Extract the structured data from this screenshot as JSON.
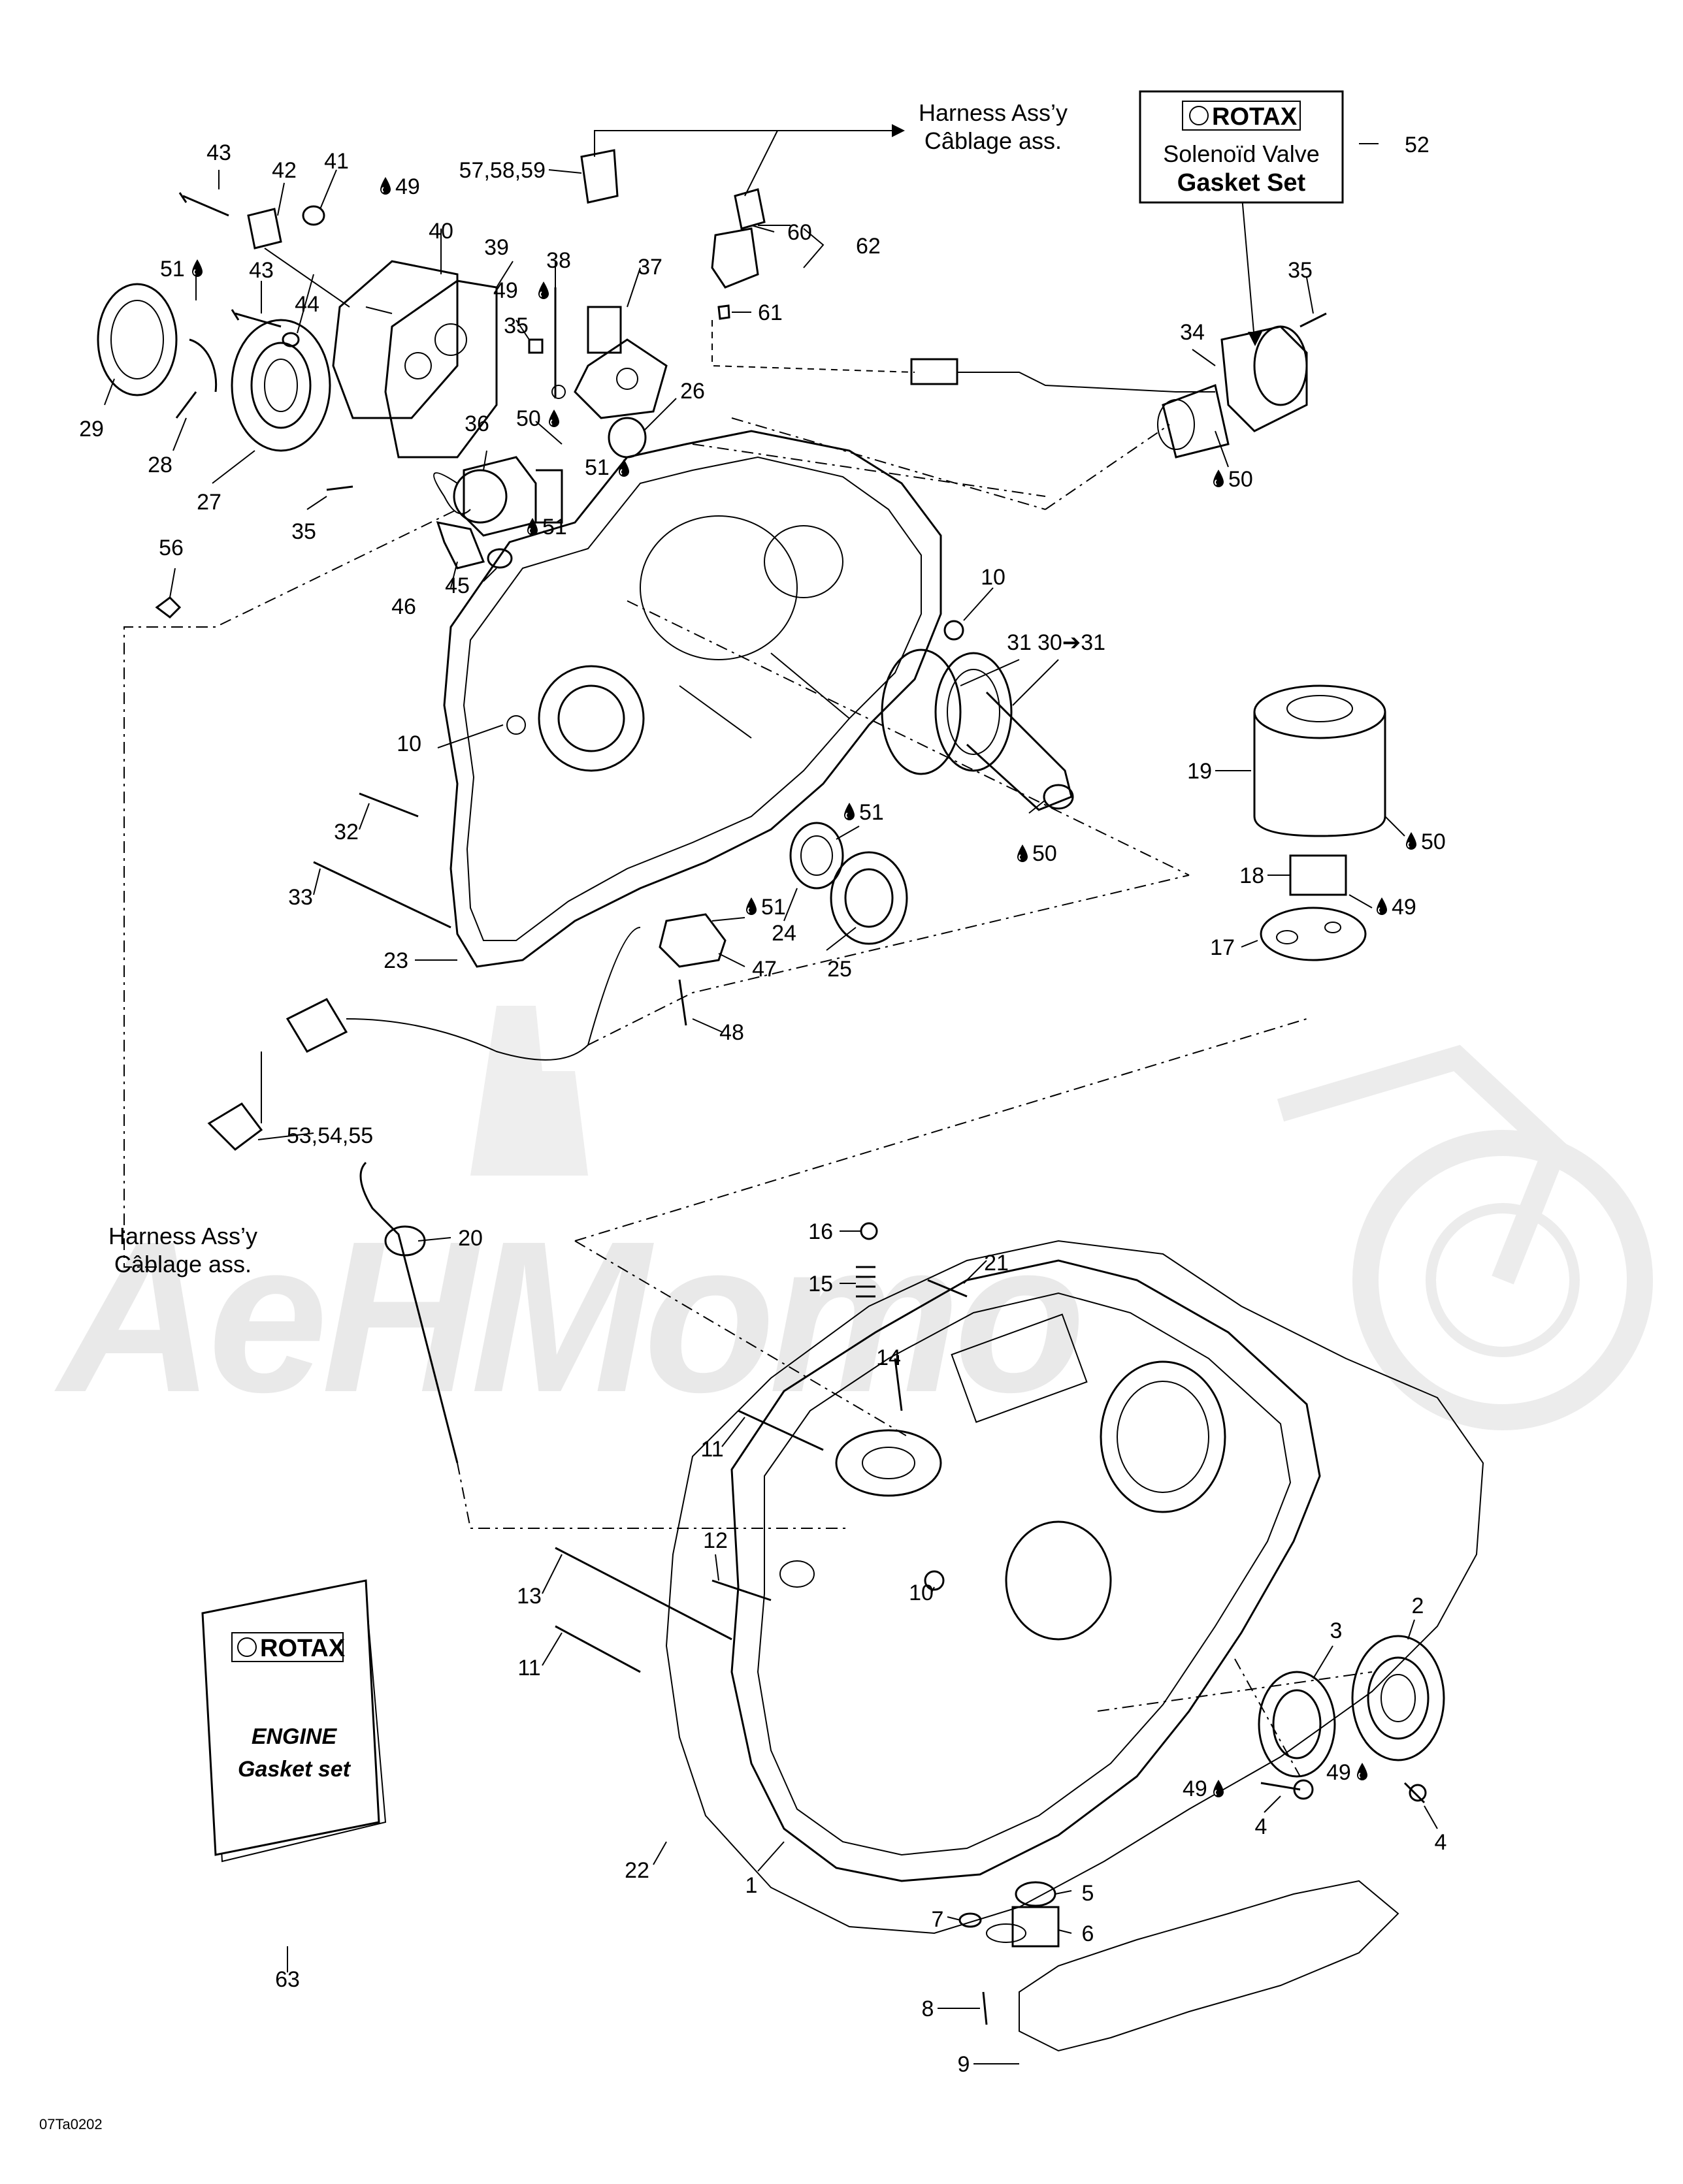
{
  "watermark": {
    "text": "AeHMomo"
  },
  "harness_top": {
    "line1": "Harness Ass’y",
    "line2": "Câblage ass."
  },
  "harness_left": {
    "line1": "Harness Ass’y",
    "line2": "Câblage ass."
  },
  "kit_solenoid": {
    "brand": "ROTAX",
    "line1": "Solenoïd Valve",
    "line2": "Gasket Set",
    "ref": "52"
  },
  "kit_engine": {
    "brand": "ROTAX",
    "line1": "ENGINE",
    "line2": "Gasket set",
    "ref": "63"
  },
  "drawing_id": "07Ta0202",
  "drop_icon_name": "oil-drop-icon",
  "callouts": [
    {
      "id": "43a",
      "text": "43"
    },
    {
      "id": "42",
      "text": "42"
    },
    {
      "id": "41",
      "text": "41"
    },
    {
      "id": "49a",
      "text": "49"
    },
    {
      "id": "51a",
      "text": "51"
    },
    {
      "id": "43b",
      "text": "43"
    },
    {
      "id": "44",
      "text": "44"
    },
    {
      "id": "40",
      "text": "40"
    },
    {
      "id": "39",
      "text": "39"
    },
    {
      "id": "38",
      "text": "38"
    },
    {
      "id": "49b",
      "text": "49"
    },
    {
      "id": "35a",
      "text": "35"
    },
    {
      "id": "50a",
      "text": "50"
    },
    {
      "id": "37",
      "text": "37"
    },
    {
      "id": "29",
      "text": "29"
    },
    {
      "id": "28",
      "text": "28"
    },
    {
      "id": "27",
      "text": "27"
    },
    {
      "id": "36",
      "text": "36"
    },
    {
      "id": "51b",
      "text": "51"
    },
    {
      "id": "26",
      "text": "26"
    },
    {
      "id": "35b",
      "text": "35"
    },
    {
      "id": "46",
      "text": "46"
    },
    {
      "id": "45",
      "text": "45"
    },
    {
      "id": "51c",
      "text": "51"
    },
    {
      "id": "56",
      "text": "56"
    },
    {
      "id": "57",
      "text": "57,58,59"
    },
    {
      "id": "60",
      "text": "60"
    },
    {
      "id": "62",
      "text": "62"
    },
    {
      "id": "61",
      "text": "61"
    },
    {
      "id": "35c",
      "text": "35"
    },
    {
      "id": "34",
      "text": "34"
    },
    {
      "id": "50b",
      "text": "50"
    },
    {
      "id": "10a",
      "text": "10"
    },
    {
      "id": "31",
      "text": "31"
    },
    {
      "id": "30",
      "text": "30➔31"
    },
    {
      "id": "10b",
      "text": "10"
    },
    {
      "id": "19",
      "text": "19"
    },
    {
      "id": "50c",
      "text": "50"
    },
    {
      "id": "32",
      "text": "32"
    },
    {
      "id": "51d",
      "text": "51"
    },
    {
      "id": "50d",
      "text": "50"
    },
    {
      "id": "33",
      "text": "33"
    },
    {
      "id": "18",
      "text": "18"
    },
    {
      "id": "49c",
      "text": "49"
    },
    {
      "id": "51e",
      "text": "51"
    },
    {
      "id": "24",
      "text": "24"
    },
    {
      "id": "25",
      "text": "25"
    },
    {
      "id": "17",
      "text": "17"
    },
    {
      "id": "23",
      "text": "23"
    },
    {
      "id": "47",
      "text": "47"
    },
    {
      "id": "48",
      "text": "48"
    },
    {
      "id": "53",
      "text": "53,54,55"
    },
    {
      "id": "20",
      "text": "20"
    },
    {
      "id": "16",
      "text": "16"
    },
    {
      "id": "21",
      "text": "21"
    },
    {
      "id": "15",
      "text": "15"
    },
    {
      "id": "14",
      "text": "14"
    },
    {
      "id": "11a",
      "text": "11"
    },
    {
      "id": "12",
      "text": "12"
    },
    {
      "id": "10c",
      "text": "10"
    },
    {
      "id": "13",
      "text": "13"
    },
    {
      "id": "11b",
      "text": "11"
    },
    {
      "id": "3",
      "text": "3"
    },
    {
      "id": "2",
      "text": "2"
    },
    {
      "id": "49d",
      "text": "49"
    },
    {
      "id": "49e",
      "text": "49"
    },
    {
      "id": "4a",
      "text": "4"
    },
    {
      "id": "4b",
      "text": "4"
    },
    {
      "id": "22",
      "text": "22"
    },
    {
      "id": "5",
      "text": "5"
    },
    {
      "id": "7",
      "text": "7"
    },
    {
      "id": "6",
      "text": "6"
    },
    {
      "id": "1",
      "text": "1"
    },
    {
      "id": "8",
      "text": "8"
    },
    {
      "id": "9",
      "text": "9"
    }
  ]
}
